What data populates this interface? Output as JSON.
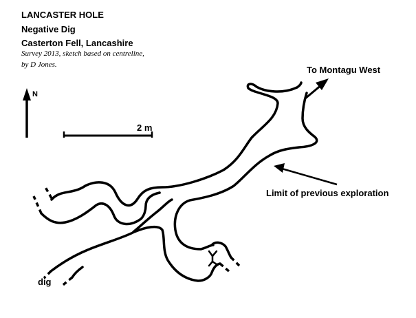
{
  "header": {
    "title": "LANCASTER HOLE",
    "line2": "Negative Dig",
    "line3": "Casterton Fell, Lancashire",
    "note1": "Survey 2013, sketch based on centreline,",
    "note2": "by D Jones."
  },
  "north": {
    "label": "N"
  },
  "scale": {
    "label": "2 m"
  },
  "annotations": {
    "montagu": "To Montagu West",
    "limit": "Limit of previous exploration",
    "dig": "dig"
  },
  "colors": {
    "ink": "#000000",
    "paper": "#ffffff"
  }
}
